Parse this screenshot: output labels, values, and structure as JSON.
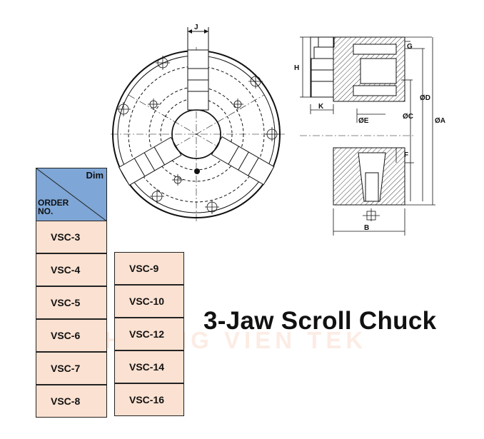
{
  "table": {
    "dim_label": "Dim",
    "order_label_line1": "ORDER",
    "order_label_line2": "NO.",
    "col1": [
      "VSC-3",
      "VSC-4",
      "VSC-5",
      "VSC-6",
      "VSC-7",
      "VSC-8"
    ],
    "col2": [
      "VSC-9",
      "VSC-10",
      "VSC-12",
      "VSC-14",
      "VSC-16"
    ]
  },
  "title": "3-Jaw Scroll Chuck",
  "watermark": "PHUONG VIEN TEK",
  "drawing_labels": {
    "j": "J",
    "h": "H",
    "k": "K",
    "e": "ØE",
    "c": "ØC",
    "d": "ØD",
    "a": "ØA",
    "g": "G",
    "f": "F",
    "b": "B"
  },
  "colors": {
    "header_fill": "#7ea6d6",
    "cell_fill": "#fbe1d1",
    "watermark": "#f0aa82"
  }
}
